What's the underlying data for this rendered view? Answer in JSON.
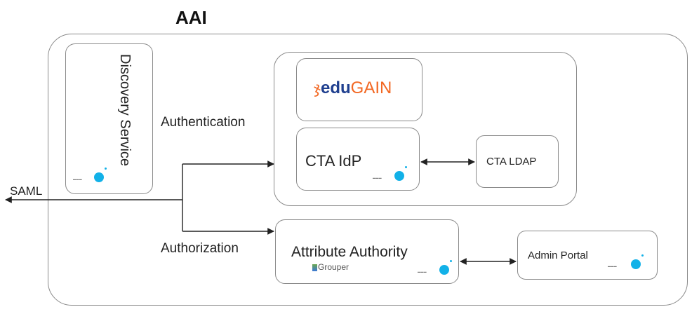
{
  "diagram": {
    "title": "AAI",
    "discovery_service": "Discovery Service",
    "authentication": "Authentication",
    "authorization": "Authorization",
    "saml": "SAML",
    "edugain": {
      "prefix": "edu",
      "suffix": "GAIN"
    },
    "cta_idp": "CTA IdP",
    "cta_ldap": "CTA LDAP",
    "attribute_authority": "Attribute Authority",
    "grouper": "Grouper",
    "admin_portal": "Admin Portal",
    "colors": {
      "edugain_edu": "#1f3f8f",
      "edugain_gain": "#f26722",
      "brand_dot": "#12b1e8",
      "box_border": "#8a8a8a"
    }
  }
}
